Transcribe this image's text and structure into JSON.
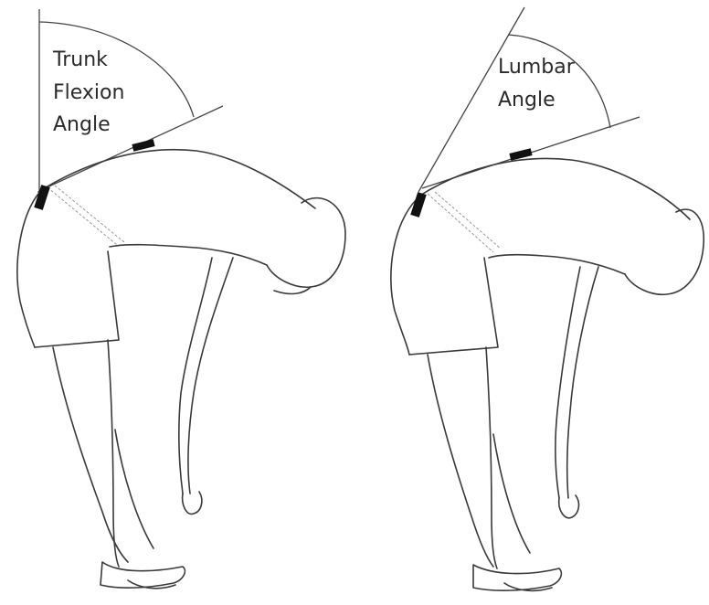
{
  "panels": [
    {
      "label_lines": [
        "Trunk",
        "Flexion",
        "Angle"
      ]
    },
    {
      "label_lines": [
        "Lumbar",
        "Angle"
      ]
    }
  ],
  "colors": {
    "line": "#3a3a3a",
    "sensor": "#111111",
    "background": "#ffffff"
  }
}
